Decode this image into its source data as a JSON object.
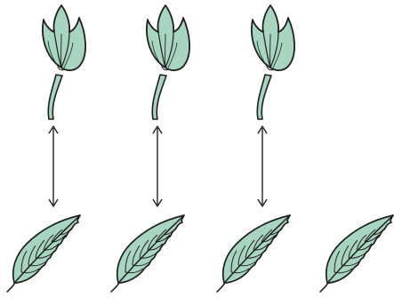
{
  "diagram": {
    "flower_count": 3,
    "leaf_count": 4,
    "pairings": [
      {
        "flower": 1,
        "leaf": 1
      },
      {
        "flower": 2,
        "leaf": 2
      },
      {
        "flower": 3,
        "leaf": 3
      }
    ],
    "unpaired_leaf": 4,
    "colors": {
      "fill": "#a8d5c0",
      "outline": "#1f1f1f",
      "arrow": "#222222",
      "background": "#ffffff"
    },
    "icons": [
      "tulip-icon",
      "leaf-icon",
      "double-arrow-icon"
    ]
  }
}
